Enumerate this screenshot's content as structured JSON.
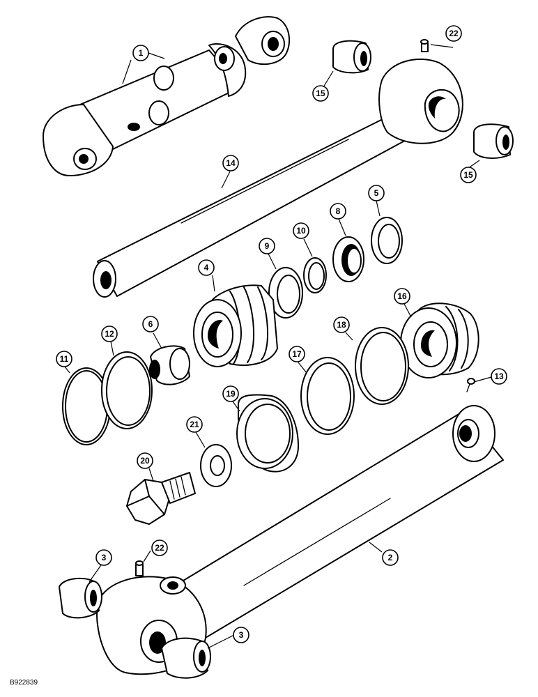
{
  "figure_ref": "B922839",
  "callouts": [
    {
      "id": "c1a",
      "label": "1"
    },
    {
      "id": "c2",
      "label": "2"
    },
    {
      "id": "c3a",
      "label": "3"
    },
    {
      "id": "c3b",
      "label": "3"
    },
    {
      "id": "c4",
      "label": "4"
    },
    {
      "id": "c5",
      "label": "5"
    },
    {
      "id": "c6",
      "label": "6"
    },
    {
      "id": "c8",
      "label": "8"
    },
    {
      "id": "c9",
      "label": "9"
    },
    {
      "id": "c10",
      "label": "10"
    },
    {
      "id": "c11",
      "label": "11"
    },
    {
      "id": "c12",
      "label": "12"
    },
    {
      "id": "c13",
      "label": "13"
    },
    {
      "id": "c14",
      "label": "14"
    },
    {
      "id": "c15a",
      "label": "15"
    },
    {
      "id": "c15b",
      "label": "15"
    },
    {
      "id": "c16",
      "label": "16"
    },
    {
      "id": "c17",
      "label": "17"
    },
    {
      "id": "c18",
      "label": "18"
    },
    {
      "id": "c19",
      "label": "19"
    },
    {
      "id": "c20",
      "label": "20"
    },
    {
      "id": "c21",
      "label": "21"
    },
    {
      "id": "c22a",
      "label": "22"
    },
    {
      "id": "c22b",
      "label": "22"
    }
  ]
}
